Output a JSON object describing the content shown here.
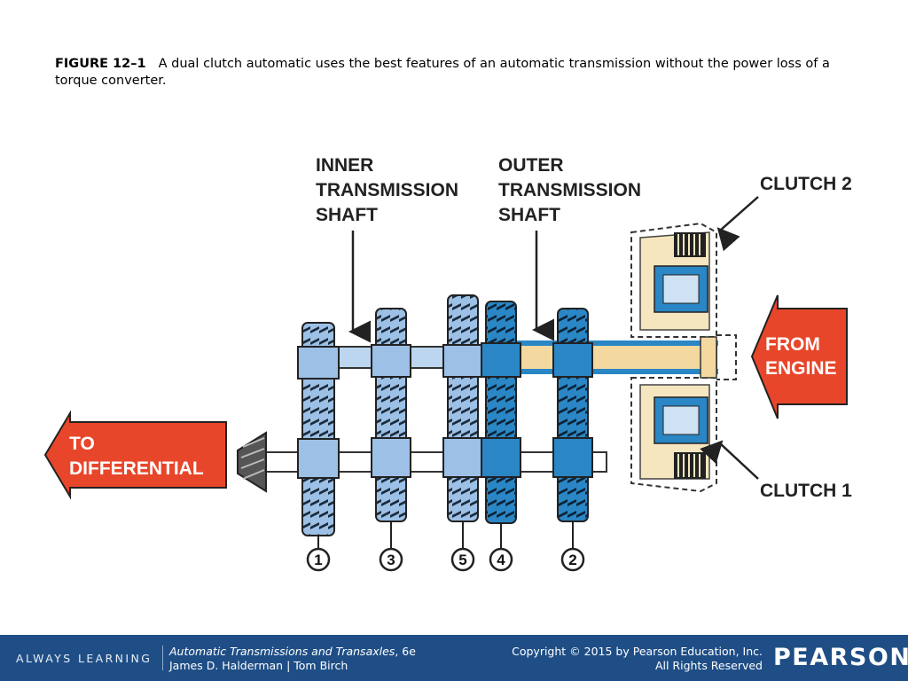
{
  "caption": {
    "figure_label": "FIGURE 12–1",
    "text": "A dual clutch automatic uses the best features of an automatic transmission without the power loss of a torque converter."
  },
  "diagram": {
    "labels": {
      "inner_shaft": [
        "INNER",
        "TRANSMISSION",
        "SHAFT"
      ],
      "outer_shaft": [
        "OUTER",
        "TRANSMISSION",
        "SHAFT"
      ],
      "clutch2": "CLUTCH 2",
      "clutch1": "CLUTCH 1",
      "from_engine": [
        "FROM",
        "ENGINE"
      ],
      "to_differential": [
        "TO",
        "DIFFERENTIAL"
      ]
    },
    "gear_numbers": [
      "1",
      "3",
      "5",
      "4",
      "2"
    ],
    "colors": {
      "arrow_red": "#e8462a",
      "light_gear": "#9cc0e6",
      "dark_gear": "#2a86c4",
      "inner_shaft": "#bcd6ef",
      "outer_shaft": "#f3d9a0"
    }
  },
  "footer": {
    "tagline": "ALWAYS LEARNING",
    "book_title": "Automatic Transmissions and Transaxles",
    "edition": ", 6e",
    "authors": "James D. Halderman | Tom Birch",
    "copyright": "Copyright © 2015 by Pearson Education, Inc.",
    "rights": "All Rights Reserved",
    "brand": "PEARSON"
  }
}
